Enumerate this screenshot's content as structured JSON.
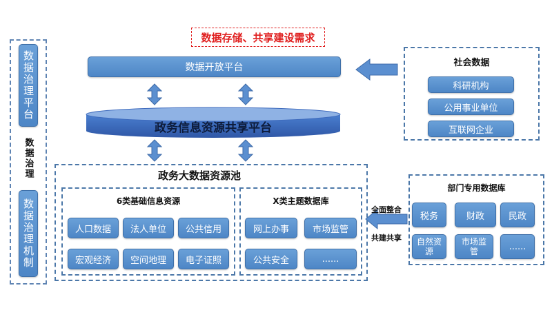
{
  "title_banner": "数据存储、共享建设需求",
  "open_platform": "数据开放平台",
  "sharing_platform": "政务信息资源共享平台",
  "left_panel": {
    "top_box": "数据治理平台",
    "middle_label": "数据治理",
    "bottom_box": "数据治理机制"
  },
  "social_data": {
    "title": "社会数据",
    "items": [
      "科研机构",
      "公用事业单位",
      "互联网企业"
    ]
  },
  "data_pool": {
    "title": "政务大数据资源池",
    "basic": {
      "title": "6类基础信息资源",
      "items": [
        "人口数据",
        "法人单位",
        "公共信用",
        "宏观经济",
        "空间地理",
        "电子证照"
      ]
    },
    "thematic": {
      "title": "X类主题数据库",
      "items": [
        "网上办事",
        "市场监管",
        "公共安全",
        "......"
      ]
    }
  },
  "dept_db": {
    "title": "部门专用数据库",
    "items": [
      "税务",
      "财政",
      "民政",
      "自然资源",
      "市场监管",
      "......"
    ]
  },
  "integration_labels": [
    "全面整合",
    "共建共享"
  ],
  "colors": {
    "box_blue": "#5b93d1",
    "platform_blue": "#3d6ec0",
    "banner_red": "#e02020"
  }
}
